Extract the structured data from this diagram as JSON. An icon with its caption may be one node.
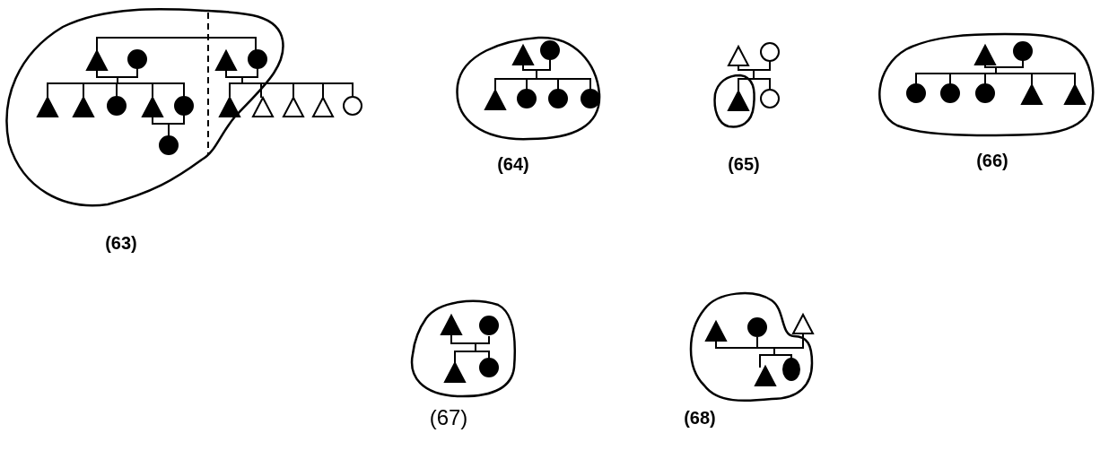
{
  "diagram": {
    "labels": [
      "(63)",
      "(64)",
      "(65)",
      "(66)",
      "(67)",
      "(68)"
    ]
  }
}
